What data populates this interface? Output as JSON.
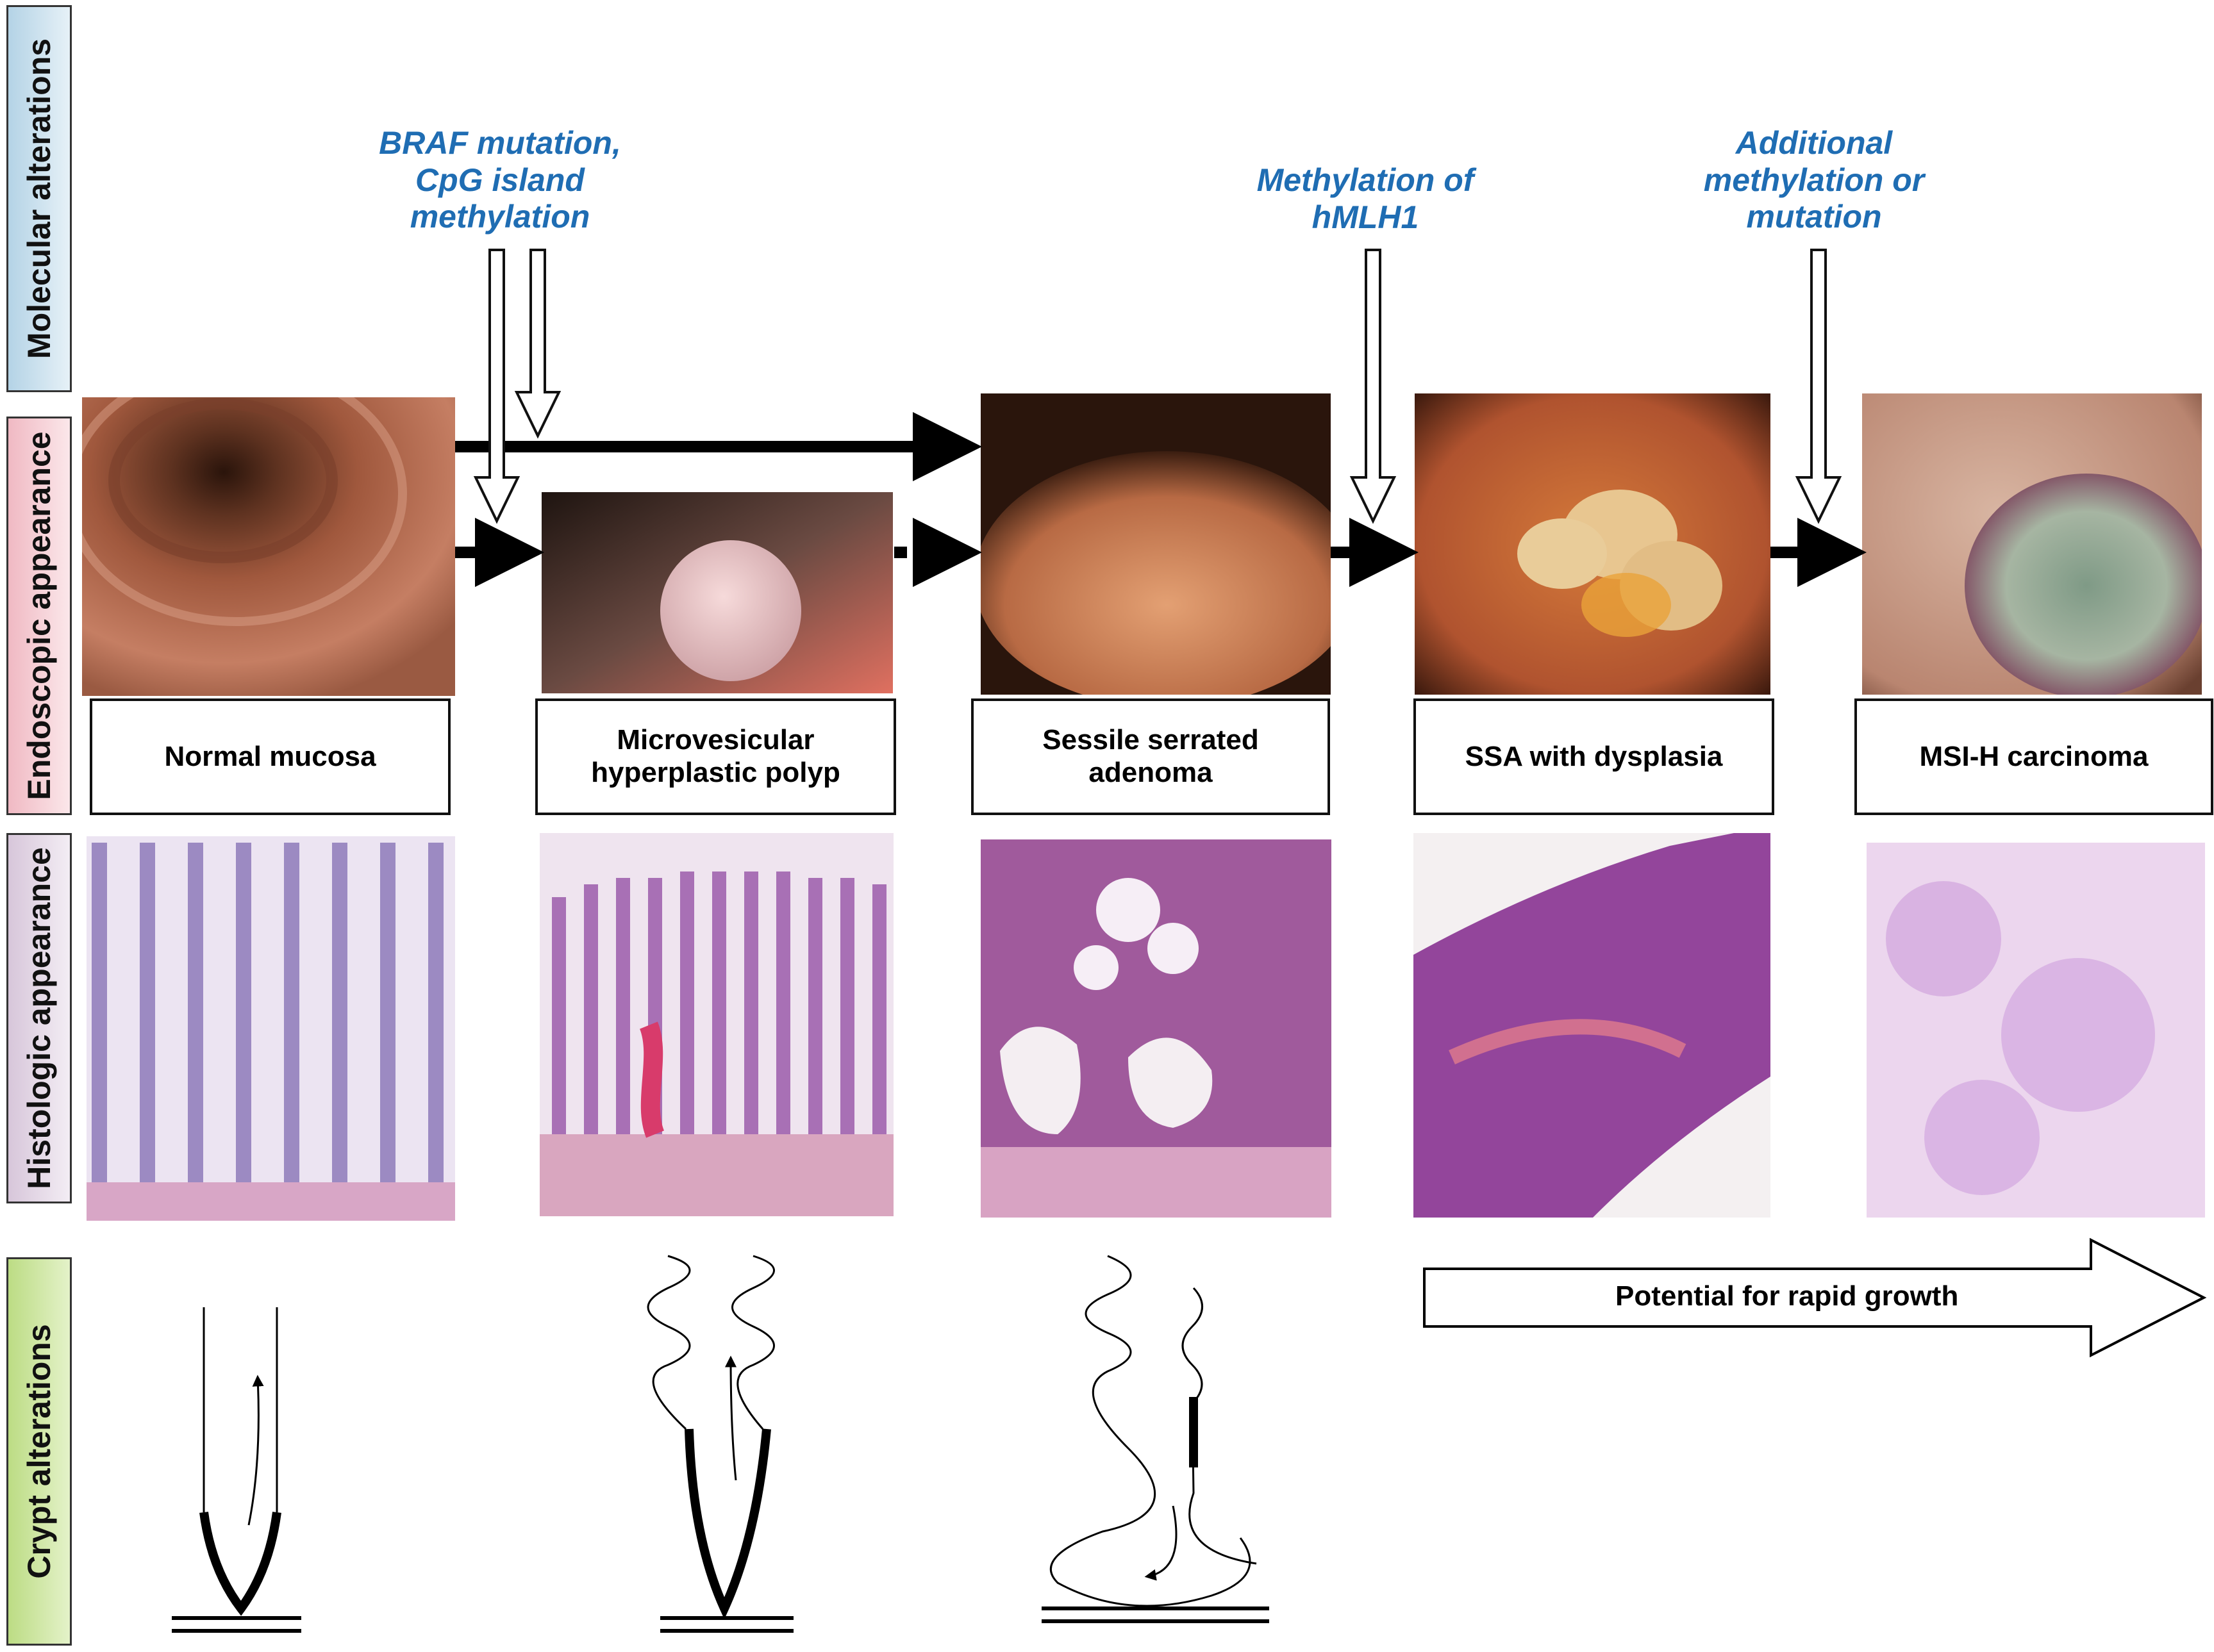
{
  "row_labels": {
    "molecular": "Molecular alterations",
    "endoscopic": "Endoscopic appearance",
    "histologic": "Histologic appearance",
    "crypt": "Crypt alterations"
  },
  "row_colors": {
    "molecular": "#cfe3ee",
    "endoscopic": "#f6d4da",
    "histologic": "#e6dbe8",
    "crypt": "#cfe6a4"
  },
  "molecular_alterations": [
    "BRAF mutation,\nCpG island\nmethylation",
    "Methylation of\nhMLH1",
    "Additional\nmethylation or\nmutation"
  ],
  "stages": [
    "Normal mucosa",
    "Microvesicular\nhyperplastic polyp",
    "Sessile serrated\nadenoma",
    "SSA with dysplasia",
    "MSI-H carcinoma"
  ],
  "growth_arrow_label": "Potential for rapid growth",
  "colors": {
    "molecular_text": "#1f6db3",
    "arrow": "#000000"
  }
}
